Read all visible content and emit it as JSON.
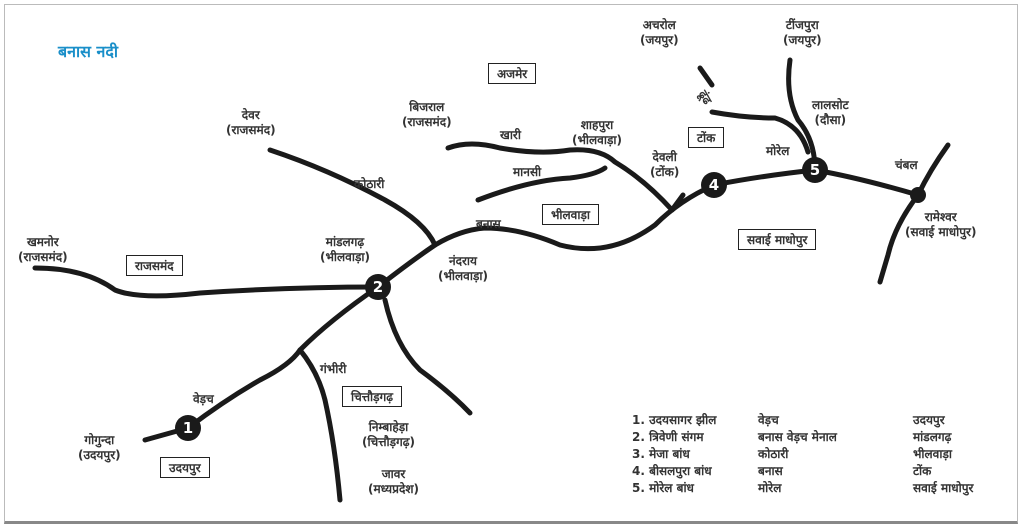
{
  "title": "बनास नदी",
  "regions": {
    "ajmer": "अजमेर",
    "tonk": "टोंक",
    "bhilwara": "भीलवाड़ा",
    "sawai": "सवाई माधोपुर",
    "rajsamand": "राजसमंद",
    "chittor": "चित्तौड़गढ़",
    "udaipur": "उदयपुर"
  },
  "places": {
    "achrol": [
      "अचरोल",
      "(जयपुर)"
    ],
    "tinjpura": [
      "टींजपुरा",
      "(जयपुर)"
    ],
    "dhund": [
      "ढूंढ"
    ],
    "lalsot": [
      "लालसोट",
      "(दौसा)"
    ],
    "morel": [
      "मोरेल"
    ],
    "chambal": [
      "चंबल"
    ],
    "rameshwar": [
      "रामेश्वर",
      "(सवाई माधोपुर)"
    ],
    "devli": [
      "देवली",
      "(टोंक)"
    ],
    "shahpura": [
      "शाहपुरा",
      "(भीलवाड़ा)"
    ],
    "khari": [
      "खारी"
    ],
    "mansi": [
      "मानसी"
    ],
    "bijral": [
      "बिजराल",
      "(राजसमंद)"
    ],
    "banas": [
      "बनास"
    ],
    "devar": [
      "देवर",
      "(राजसमंद)"
    ],
    "kothari": [
      "कोठारी"
    ],
    "mandalgarh": [
      "मांडलगढ़",
      "(भीलवाड़ा)"
    ],
    "nandray": [
      "नंदराय",
      "(भीलवाड़ा)"
    ],
    "khamnor": [
      "खमनोर",
      "(राजसमंद)"
    ],
    "gambhiri": [
      "गंभीरी"
    ],
    "vedach": [
      "वेड़च"
    ],
    "gogunda": [
      "गोगुन्दा",
      "(उदयपुर)"
    ],
    "nimbahera": [
      "निम्बाहेड़ा",
      "(चित्तौड़गढ़)"
    ],
    "jawar": [
      "जावर",
      "(मध्यप्रदेश)"
    ]
  },
  "nodes": [
    "1",
    "2",
    "4",
    "5"
  ],
  "legend": [
    [
      "1. उदयसागर झील",
      "वेड़च",
      "उदयपुर"
    ],
    [
      "2. त्रिवेणी संगम",
      "बनास वेड़च मेनाल",
      "मांडलगढ़"
    ],
    [
      "3. मेजा बांध",
      "कोठारी",
      "भीलवाड़ा"
    ],
    [
      "4. बीसलपुरा बांध",
      "बनास",
      "टोंक"
    ],
    [
      "5. मोरेल बांध",
      "मोरेल",
      "सवाई माधोपुर"
    ]
  ]
}
